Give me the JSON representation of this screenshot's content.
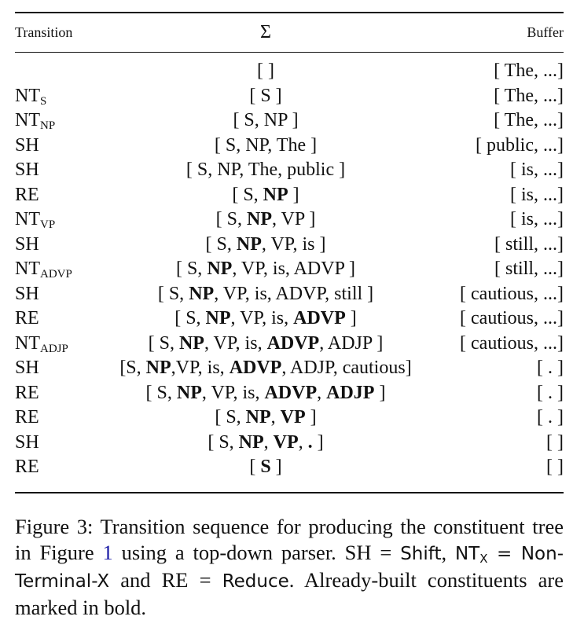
{
  "header": {
    "transition": "Transition",
    "stack": "Σ",
    "buffer": "Buffer"
  },
  "rows": [
    {
      "t": "",
      "sub": "",
      "s": [
        {
          "x": "[ ]",
          "b": false
        }
      ],
      "buf": "[ The, ...]"
    },
    {
      "t": "NT",
      "sub": "S",
      "s": [
        {
          "x": "[ S ]",
          "b": false
        }
      ],
      "buf": "[ The, ...]"
    },
    {
      "t": "NT",
      "sub": "NP",
      "s": [
        {
          "x": "[ S, NP ]",
          "b": false
        }
      ],
      "buf": "[ The, ...]"
    },
    {
      "t": "SH",
      "sub": "",
      "s": [
        {
          "x": "[ S, NP, The ]",
          "b": false
        }
      ],
      "buf": "[ public, ...]"
    },
    {
      "t": "SH",
      "sub": "",
      "s": [
        {
          "x": "[ S, NP, The, public ]",
          "b": false
        }
      ],
      "buf": "[ is, ...]"
    },
    {
      "t": "RE",
      "sub": "",
      "s": [
        {
          "x": "[ S, ",
          "b": false
        },
        {
          "x": "NP",
          "b": true
        },
        {
          "x": " ]",
          "b": false
        }
      ],
      "buf": "[ is, ...]"
    },
    {
      "t": "NT",
      "sub": "VP",
      "s": [
        {
          "x": "[ S, ",
          "b": false
        },
        {
          "x": "NP",
          "b": true
        },
        {
          "x": ", VP ]",
          "b": false
        }
      ],
      "buf": "[ is, ...]"
    },
    {
      "t": "SH",
      "sub": "",
      "s": [
        {
          "x": "[ S, ",
          "b": false
        },
        {
          "x": "NP",
          "b": true
        },
        {
          "x": ", VP, is ]",
          "b": false
        }
      ],
      "buf": "[ still, ...]"
    },
    {
      "t": "NT",
      "sub": "ADVP",
      "s": [
        {
          "x": "[ S, ",
          "b": false
        },
        {
          "x": "NP",
          "b": true
        },
        {
          "x": ", VP, is, ADVP ]",
          "b": false
        }
      ],
      "buf": "[ still, ...]"
    },
    {
      "t": "SH",
      "sub": "",
      "s": [
        {
          "x": "[ S, ",
          "b": false
        },
        {
          "x": "NP",
          "b": true
        },
        {
          "x": ", VP, is, ADVP, still ]",
          "b": false
        }
      ],
      "buf": "[ cautious, ...]"
    },
    {
      "t": "RE",
      "sub": "",
      "s": [
        {
          "x": "[ S, ",
          "b": false
        },
        {
          "x": "NP",
          "b": true
        },
        {
          "x": ", VP, is, ",
          "b": false
        },
        {
          "x": "ADVP",
          "b": true
        },
        {
          "x": " ]",
          "b": false
        }
      ],
      "buf": "[ cautious, ...]"
    },
    {
      "t": "NT",
      "sub": "ADJP",
      "s": [
        {
          "x": "[ S, ",
          "b": false
        },
        {
          "x": "NP",
          "b": true
        },
        {
          "x": ", VP, is, ",
          "b": false
        },
        {
          "x": "ADVP",
          "b": true
        },
        {
          "x": ", ADJP ]",
          "b": false
        }
      ],
      "buf": "[ cautious, ...]"
    },
    {
      "t": "SH",
      "sub": "",
      "s": [
        {
          "x": "[S, ",
          "b": false
        },
        {
          "x": "NP",
          "b": true
        },
        {
          "x": ",VP, is, ",
          "b": false
        },
        {
          "x": "ADVP",
          "b": true
        },
        {
          "x": ", ADJP, cautious]",
          "b": false
        }
      ],
      "buf": "[ . ]"
    },
    {
      "t": "RE",
      "sub": "",
      "s": [
        {
          "x": "[ S, ",
          "b": false
        },
        {
          "x": "NP",
          "b": true
        },
        {
          "x": ", VP, is, ",
          "b": false
        },
        {
          "x": "ADVP",
          "b": true
        },
        {
          "x": ", ",
          "b": false
        },
        {
          "x": "ADJP",
          "b": true
        },
        {
          "x": " ]",
          "b": false
        }
      ],
      "buf": "[ . ]"
    },
    {
      "t": "RE",
      "sub": "",
      "s": [
        {
          "x": "[ S, ",
          "b": false
        },
        {
          "x": "NP",
          "b": true
        },
        {
          "x": ", ",
          "b": false
        },
        {
          "x": "VP",
          "b": true
        },
        {
          "x": " ]",
          "b": false
        }
      ],
      "buf": "[ . ]"
    },
    {
      "t": "SH",
      "sub": "",
      "s": [
        {
          "x": "[ S, ",
          "b": false
        },
        {
          "x": "NP",
          "b": true
        },
        {
          "x": ", ",
          "b": false
        },
        {
          "x": "VP",
          "b": true
        },
        {
          "x": ", ",
          "b": false
        },
        {
          "x": ".",
          "b": true
        },
        {
          "x": " ]",
          "b": false
        }
      ],
      "buf": "[ ]"
    },
    {
      "t": "RE",
      "sub": "",
      "s": [
        {
          "x": "[ ",
          "b": false
        },
        {
          "x": "S",
          "b": true
        },
        {
          "x": " ]",
          "b": false
        }
      ],
      "buf": "[ ]"
    }
  ],
  "caption": {
    "p1": "Figure 3: Transition sequence for producing the constituent tree in Figure ",
    "ref": "1",
    "p2": " using a top-down parser. SH = ",
    "shift": "Shift",
    "p3": ", ",
    "nt": "NT",
    "nt_sub": "X",
    "p4": " = ",
    "nonterminal": "Non-Terminal-X",
    "p5": " and RE = ",
    "reduce": "Reduce",
    "p6": ". Already-built constituents are marked in bold."
  }
}
